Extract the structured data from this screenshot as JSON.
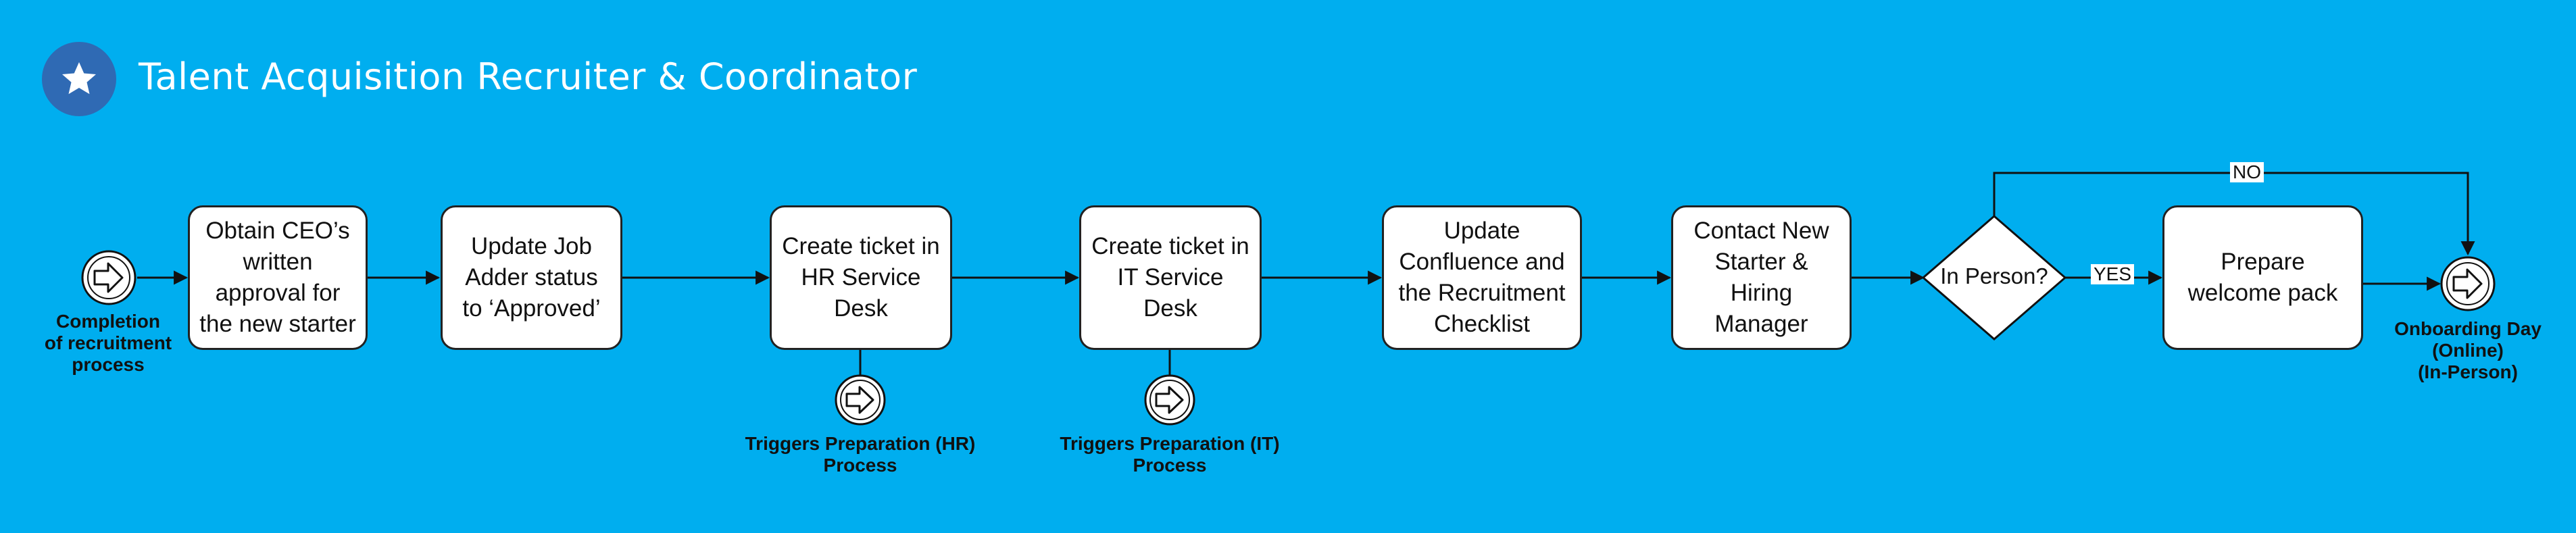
{
  "header": {
    "title": "Talent Acquisition Recruiter & Coordinator",
    "icon": "star-icon",
    "icon_bg": "#2f6ab4"
  },
  "colors": {
    "background": "#00aeef",
    "box_fill": "#ffffff",
    "stroke": "#222222"
  },
  "events": {
    "start": {
      "label": "Completion\nof recruitment\nprocess",
      "icon": "arrow-right-icon"
    },
    "trigger_hr": {
      "label": "Triggers Preparation (HR)\nProcess",
      "icon": "arrow-right-icon"
    },
    "trigger_it": {
      "label": "Triggers Preparation (IT)\nProcess",
      "icon": "arrow-right-icon"
    },
    "end": {
      "label": "Onboarding Day\n(Online)\n(In-Person)",
      "icon": "arrow-right-icon"
    }
  },
  "tasks": [
    {
      "id": "obtain-ceo",
      "label": "Obtain CEO’s\nwritten\napproval for\nthe new starter"
    },
    {
      "id": "update-job-adder",
      "label": "Update Job\nAdder status\nto ‘Approved’"
    },
    {
      "id": "hr-ticket",
      "label": "Create ticket in\nHR Service\nDesk"
    },
    {
      "id": "it-ticket",
      "label": "Create ticket in\nIT Service\nDesk"
    },
    {
      "id": "update-confluence",
      "label": "Update\nConfluence and\nthe Recruitment\nChecklist"
    },
    {
      "id": "contact-starter",
      "label": "Contact New\nStarter &\nHiring\nManager"
    },
    {
      "id": "welcome-pack",
      "label": "Prepare\nwelcome pack"
    }
  ],
  "gateway": {
    "label": "In Person?"
  },
  "flows": {
    "yes_label": "YES",
    "no_label": "NO"
  }
}
